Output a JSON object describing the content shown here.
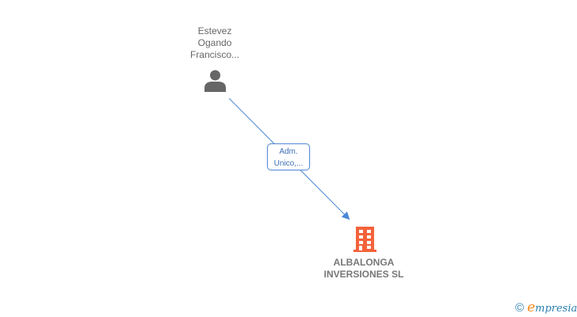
{
  "nodes": {
    "person": {
      "name_line1": "Estevez",
      "name_line2": "Ogando",
      "name_line3": "Francisco...",
      "icon": "person-icon",
      "color": "#666666"
    },
    "company": {
      "name_line1": "ALBALONGA",
      "name_line2": "INVERSIONES SL",
      "icon": "building-icon",
      "color": "#f4623a"
    }
  },
  "edges": [
    {
      "from": "person",
      "to": "company",
      "label_line1": "Adm.",
      "label_line2": "Unico,...",
      "color": "#4a88d6"
    }
  ],
  "footer": {
    "copyright_symbol": "©",
    "brand_initial": "e",
    "brand_rest": "mpresia"
  }
}
